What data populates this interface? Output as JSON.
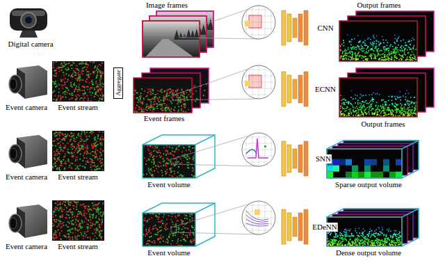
{
  "diagram": {
    "nodes": [
      {
        "text": [
          "Aggregate"
        ]
      }
    ],
    "labels": [
      "Digital camera",
      "Image frames",
      "CNN",
      "Output frames",
      "Event camera",
      "Event stream",
      "Event frames",
      "ECNN",
      "Output frames",
      "Event camera",
      "Event stream",
      "Event volume",
      "SNN",
      "Sparse output volume",
      "Event camera",
      "Event stream",
      "Event volume",
      "EDeNN",
      "Dense output volume"
    ]
  }
}
